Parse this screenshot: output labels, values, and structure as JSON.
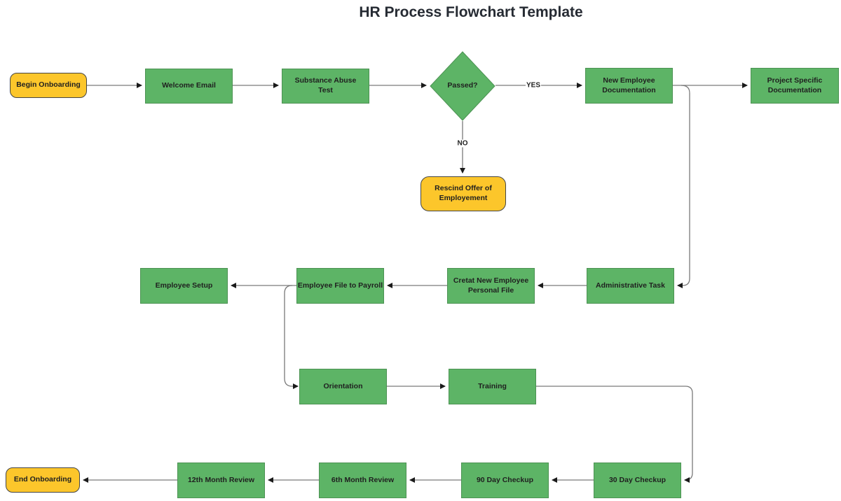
{
  "title": "HR Process Flowchart Template",
  "colors": {
    "process_fill": "#5DB466",
    "process_border": "#4C9253",
    "terminator_fill": "#FCC62B",
    "terminator_border": "#454545",
    "connector": "#7a7a7a",
    "arrow": "#1a1a1a",
    "node_text": "#1f1f1f",
    "title_color": "#262b33"
  },
  "nodes": [
    {
      "id": "begin-onboarding",
      "type": "terminator",
      "label": "Begin Onboarding"
    },
    {
      "id": "welcome-email",
      "type": "process",
      "label": "Welcome Email"
    },
    {
      "id": "substance-abuse-test",
      "type": "process",
      "label": "Substance Abuse\nTest"
    },
    {
      "id": "passed-decision",
      "type": "decision",
      "label": "Passed?"
    },
    {
      "id": "new-employee-documentation",
      "type": "process",
      "label": "New Employee\nDocumentation"
    },
    {
      "id": "project-specific-documentation",
      "type": "process",
      "label": "Project Specific\nDocumentation"
    },
    {
      "id": "rescind-offer-of-employement",
      "type": "terminator",
      "label": "Rescind Offer of\nEmployement"
    },
    {
      "id": "employee-setup",
      "type": "process",
      "label": "Employee Setup"
    },
    {
      "id": "employee-file-to-payroll",
      "type": "process",
      "label": "Employee File to Payroll"
    },
    {
      "id": "cretat-new-employee-personal-file",
      "type": "process",
      "label": "Cretat New Employee\nPersonal File"
    },
    {
      "id": "administrative-task",
      "type": "process",
      "label": "Administrative Task"
    },
    {
      "id": "orientation",
      "type": "process",
      "label": "Orientation"
    },
    {
      "id": "training",
      "type": "process",
      "label": "Training"
    },
    {
      "id": "30-day-checkup",
      "type": "process",
      "label": "30 Day Checkup"
    },
    {
      "id": "90-day-checkup",
      "type": "process",
      "label": "90 Day Checkup"
    },
    {
      "id": "6th-month-review",
      "type": "process",
      "label": "6th Month Review"
    },
    {
      "id": "12th-month-review",
      "type": "process",
      "label": "12th Month Review"
    },
    {
      "id": "end-onboarding",
      "type": "terminator",
      "label": "End Onboarding"
    }
  ],
  "edge_labels": {
    "yes": "YES",
    "no": "NO"
  }
}
